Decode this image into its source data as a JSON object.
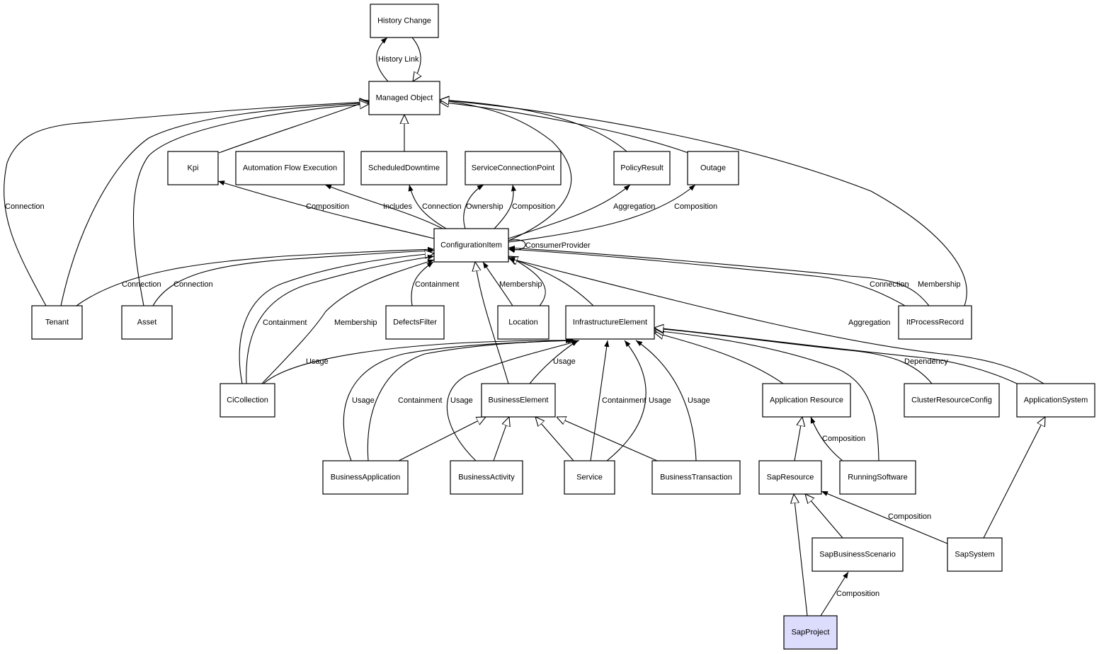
{
  "diagram": {
    "title": "SapProject relationship model",
    "highlight_color": "#dcdcfc",
    "node_fill": "#ffffff",
    "stroke_color": "#000000",
    "nodes": [
      {
        "id": "history_change",
        "label": "History Change"
      },
      {
        "id": "managed_object",
        "label": "Managed Object"
      },
      {
        "id": "kpi",
        "label": "Kpi"
      },
      {
        "id": "automation_flow_execution",
        "label": "Automation Flow Execution"
      },
      {
        "id": "scheduled_downtime",
        "label": "ScheduledDowntime"
      },
      {
        "id": "service_connection_point",
        "label": "ServiceConnectionPoint"
      },
      {
        "id": "policy_result",
        "label": "PolicyResult"
      },
      {
        "id": "outage",
        "label": "Outage"
      },
      {
        "id": "configuration_item",
        "label": "ConfigurationItem"
      },
      {
        "id": "tenant",
        "label": "Tenant"
      },
      {
        "id": "asset",
        "label": "Asset"
      },
      {
        "id": "defects_filter",
        "label": "DefectsFilter"
      },
      {
        "id": "location",
        "label": "Location"
      },
      {
        "id": "infrastructure_element",
        "label": "InfrastructureElement"
      },
      {
        "id": "it_process_record",
        "label": "ItProcessRecord"
      },
      {
        "id": "ci_collection",
        "label": "CiCollection"
      },
      {
        "id": "business_element",
        "label": "BusinessElement"
      },
      {
        "id": "application_resource",
        "label": "Application Resource"
      },
      {
        "id": "cluster_resource_config",
        "label": "ClusterResourceConfig"
      },
      {
        "id": "application_system",
        "label": "ApplicationSystem"
      },
      {
        "id": "business_application",
        "label": "BusinessApplication"
      },
      {
        "id": "business_activity",
        "label": "BusinessActivity"
      },
      {
        "id": "service",
        "label": "Service"
      },
      {
        "id": "business_transaction",
        "label": "BusinessTransaction"
      },
      {
        "id": "sap_resource",
        "label": "SapResource"
      },
      {
        "id": "running_software",
        "label": "RunningSoftware"
      },
      {
        "id": "sap_business_scenario",
        "label": "SapBusinessScenario"
      },
      {
        "id": "sap_system",
        "label": "SapSystem"
      },
      {
        "id": "sap_project",
        "label": "SapProject",
        "highlighted": true
      }
    ],
    "edges": [
      {
        "from": "managed_object",
        "to": "history_change",
        "type": "association",
        "label": "History Link"
      },
      {
        "from": "history_change",
        "to": "managed_object",
        "type": "inheritance",
        "label": ""
      },
      {
        "from": "kpi",
        "to": "managed_object",
        "type": "inheritance",
        "label": ""
      },
      {
        "from": "scheduled_downtime",
        "to": "managed_object",
        "type": "inheritance",
        "label": ""
      },
      {
        "from": "tenant",
        "to": "managed_object",
        "type": "inheritance",
        "label": "Connection"
      },
      {
        "from": "tenant",
        "to": "managed_object",
        "type": "inheritance",
        "label": ""
      },
      {
        "from": "asset",
        "to": "managed_object",
        "type": "inheritance",
        "label": ""
      },
      {
        "from": "configuration_item",
        "to": "managed_object",
        "type": "inheritance",
        "label": ""
      },
      {
        "from": "policy_result",
        "to": "managed_object",
        "type": "inheritance",
        "label": ""
      },
      {
        "from": "outage",
        "to": "managed_object",
        "type": "inheritance",
        "label": ""
      },
      {
        "from": "it_process_record",
        "to": "managed_object",
        "type": "inheritance",
        "label": ""
      },
      {
        "from": "configuration_item",
        "to": "kpi",
        "type": "association",
        "label": "Composition"
      },
      {
        "from": "configuration_item",
        "to": "automation_flow_execution",
        "type": "association",
        "label": "Includes"
      },
      {
        "from": "configuration_item",
        "to": "scheduled_downtime",
        "type": "association",
        "label": "Connection"
      },
      {
        "from": "configuration_item",
        "to": "service_connection_point",
        "type": "association",
        "label": "Ownership"
      },
      {
        "from": "configuration_item",
        "to": "service_connection_point",
        "type": "association",
        "label": "Composition"
      },
      {
        "from": "configuration_item",
        "to": "policy_result",
        "type": "association",
        "label": "Aggregation"
      },
      {
        "from": "configuration_item",
        "to": "outage",
        "type": "association",
        "label": "Composition"
      },
      {
        "from": "configuration_item",
        "to": "configuration_item",
        "type": "association",
        "label": "ConsumerProvider"
      },
      {
        "from": "tenant",
        "to": "configuration_item",
        "type": "association",
        "label": "Connection"
      },
      {
        "from": "asset",
        "to": "configuration_item",
        "type": "association",
        "label": "Connection"
      },
      {
        "from": "ci_collection",
        "to": "configuration_item",
        "type": "inheritance",
        "label": ""
      },
      {
        "from": "ci_collection",
        "to": "configuration_item",
        "type": "association",
        "label": "Containment"
      },
      {
        "from": "ci_collection",
        "to": "configuration_item",
        "type": "association",
        "label": "Membership"
      },
      {
        "from": "defects_filter",
        "to": "configuration_item",
        "type": "association",
        "label": "Containment"
      },
      {
        "from": "location",
        "to": "configuration_item",
        "type": "association",
        "label": "Membership"
      },
      {
        "from": "location",
        "to": "configuration_item",
        "type": "inheritance",
        "label": ""
      },
      {
        "from": "business_element",
        "to": "configuration_item",
        "type": "inheritance",
        "label": ""
      },
      {
        "from": "infrastructure_element",
        "to": "configuration_item",
        "type": "inheritance",
        "label": ""
      },
      {
        "from": "it_process_record",
        "to": "configuration_item",
        "type": "association",
        "label": "Connection"
      },
      {
        "from": "it_process_record",
        "to": "configuration_item",
        "type": "association",
        "label": "Membership"
      },
      {
        "from": "application_system",
        "to": "configuration_item",
        "type": "association",
        "label": "Aggregation"
      },
      {
        "from": "ci_collection",
        "to": "infrastructure_element",
        "type": "association",
        "label": "Usage"
      },
      {
        "from": "business_application",
        "to": "infrastructure_element",
        "type": "association",
        "label": "Usage"
      },
      {
        "from": "business_application",
        "to": "infrastructure_element",
        "type": "association",
        "label": "Containment"
      },
      {
        "from": "business_activity",
        "to": "infrastructure_element",
        "type": "association",
        "label": "Usage"
      },
      {
        "from": "business_element",
        "to": "infrastructure_element",
        "type": "association",
        "label": "Usage"
      },
      {
        "from": "service",
        "to": "infrastructure_element",
        "type": "association",
        "label": "Containment"
      },
      {
        "from": "service",
        "to": "infrastructure_element",
        "type": "association",
        "label": "Usage"
      },
      {
        "from": "business_transaction",
        "to": "infrastructure_element",
        "type": "association",
        "label": "Usage"
      },
      {
        "from": "application_resource",
        "to": "infrastructure_element",
        "type": "inheritance",
        "label": ""
      },
      {
        "from": "running_software",
        "to": "infrastructure_element",
        "type": "inheritance",
        "label": ""
      },
      {
        "from": "cluster_resource_config",
        "to": "infrastructure_element",
        "type": "inheritance",
        "label": "Dependency"
      },
      {
        "from": "application_system",
        "to": "infrastructure_element",
        "type": "inheritance",
        "label": ""
      },
      {
        "from": "business_application",
        "to": "business_element",
        "type": "inheritance",
        "label": ""
      },
      {
        "from": "business_activity",
        "to": "business_element",
        "type": "inheritance",
        "label": ""
      },
      {
        "from": "service",
        "to": "business_element",
        "type": "inheritance",
        "label": ""
      },
      {
        "from": "business_transaction",
        "to": "business_element",
        "type": "inheritance",
        "label": ""
      },
      {
        "from": "sap_resource",
        "to": "application_resource",
        "type": "inheritance",
        "label": ""
      },
      {
        "from": "running_software",
        "to": "application_resource",
        "type": "association",
        "label": "Composition"
      },
      {
        "from": "sap_system",
        "to": "application_system",
        "type": "inheritance",
        "label": ""
      },
      {
        "from": "sap_business_scenario",
        "to": "sap_resource",
        "type": "inheritance",
        "label": ""
      },
      {
        "from": "sap_project",
        "to": "sap_resource",
        "type": "inheritance",
        "label": ""
      },
      {
        "from": "sap_system",
        "to": "sap_resource",
        "type": "association",
        "label": "Composition"
      },
      {
        "from": "sap_project",
        "to": "sap_business_scenario",
        "type": "association",
        "label": "Composition"
      }
    ]
  }
}
